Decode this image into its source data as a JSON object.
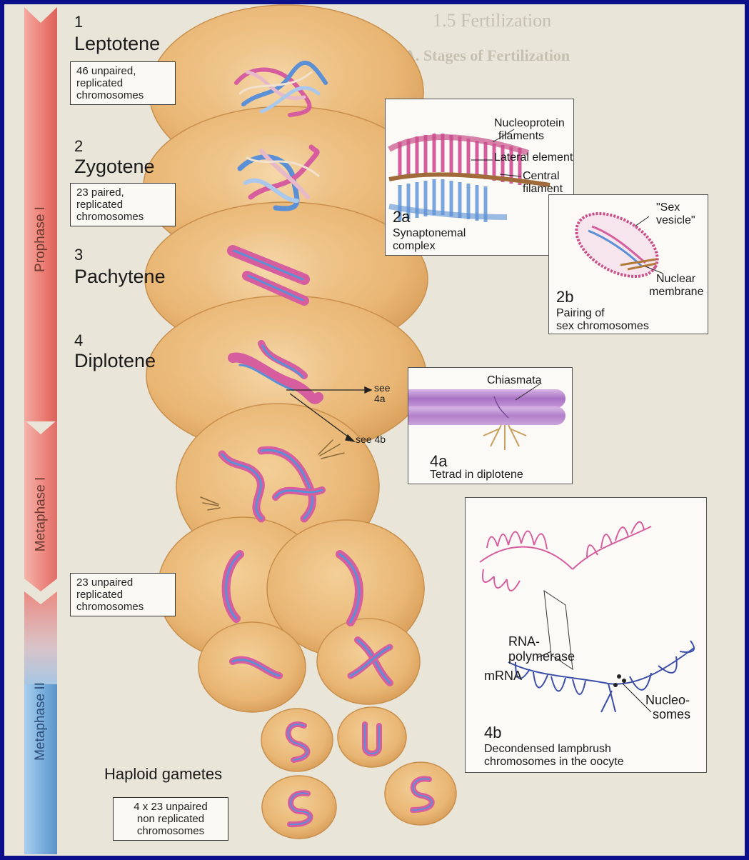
{
  "background_text": {
    "header": "1.5 Fertilization",
    "subheader": "A. Stages of Fertilization"
  },
  "bar": {
    "prophase": "Prophase I",
    "metaphase": "Metaphase I",
    "metaphase2": "Metaphase II"
  },
  "stages": [
    {
      "num": "1",
      "name": "Leptotene"
    },
    {
      "num": "2",
      "name": "Zygotene"
    },
    {
      "num": "3",
      "name": "Pachytene"
    },
    {
      "num": "4",
      "name": "Diplotene"
    }
  ],
  "boxes": {
    "b1": [
      "46 unpaired,",
      "replicated",
      "chromosomes"
    ],
    "b2": [
      "23 paired,",
      "replicated",
      "chromosomes"
    ],
    "b3": [
      "23 unpaired",
      "replicated",
      "chromosomes"
    ],
    "b4": [
      "4 x 23 unpaired",
      "non replicated",
      "chromosomes"
    ]
  },
  "haploid": "Haploid gametes",
  "see": {
    "a": "see\n4a",
    "b": "see 4b"
  },
  "panel2a": {
    "nucleoprotein": "Nucleoprotein",
    "filaments": "filaments",
    "lateral": "Lateral element",
    "central1": "Central",
    "central2": "filament",
    "num": "2a",
    "cap1": "Synaptonemal",
    "cap2": "complex"
  },
  "panel2b": {
    "sex1": "\"Sex",
    "sex2": "vesicle\"",
    "nuclear1": "Nuclear",
    "nuclear2": "membrane",
    "num": "2b",
    "cap1": "Pairing of",
    "cap2": "sex chromosomes"
  },
  "panel4a": {
    "chiasmata": "Chiasmata",
    "num": "4a",
    "cap": "Tetrad in diplotene"
  },
  "panel4b": {
    "rna1": "RNA-",
    "rna2": "polymerase",
    "mrna": "mRNA",
    "nuc1": "Nucleo-",
    "nuc2": "somes",
    "num": "4b",
    "cap1": "Decondensed lampbrush",
    "cap2": "chromosomes in the oocyte"
  },
  "colors": {
    "cell": "#e7b77a",
    "cell_edge": "#c98f4c",
    "pink": "#d65e9e",
    "blue": "#5b8fd6",
    "bar_red": "#e8706a",
    "bar_blue": "#6fa6d8",
    "frame": "#0b0f8a"
  }
}
